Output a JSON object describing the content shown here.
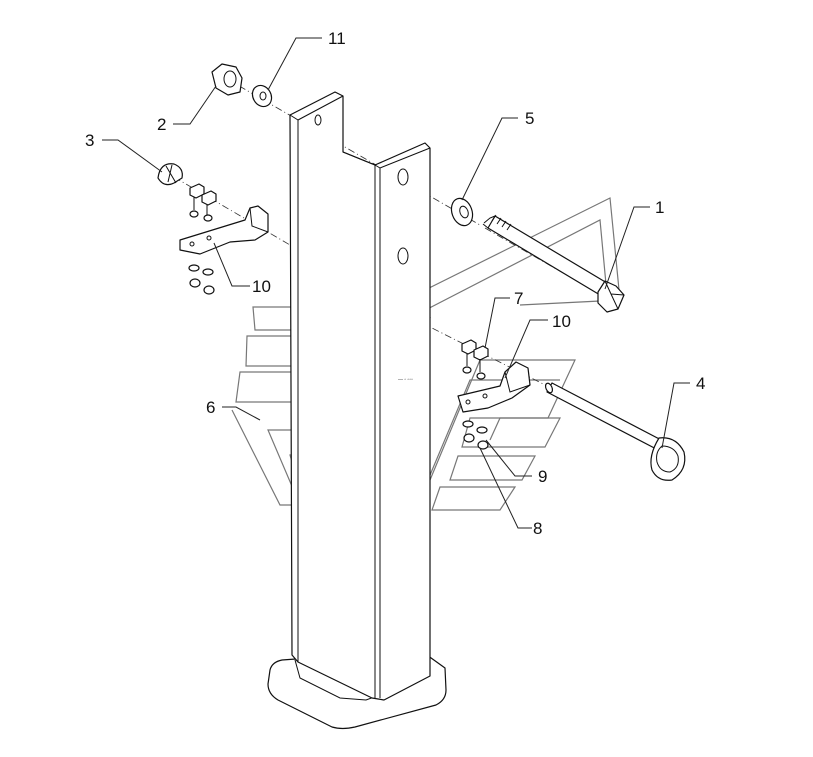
{
  "callouts": [
    {
      "id": "c1",
      "text": "1"
    },
    {
      "id": "c2",
      "text": "2"
    },
    {
      "id": "c3",
      "text": "3"
    },
    {
      "id": "c4",
      "text": "4"
    },
    {
      "id": "c5",
      "text": "5"
    },
    {
      "id": "c6",
      "text": "6"
    },
    {
      "id": "c7",
      "text": "7"
    },
    {
      "id": "c8",
      "text": "8"
    },
    {
      "id": "c9",
      "text": "9"
    },
    {
      "id": "c10a",
      "text": "10"
    },
    {
      "id": "c10b",
      "text": "10"
    },
    {
      "id": "c11",
      "text": "11"
    }
  ]
}
